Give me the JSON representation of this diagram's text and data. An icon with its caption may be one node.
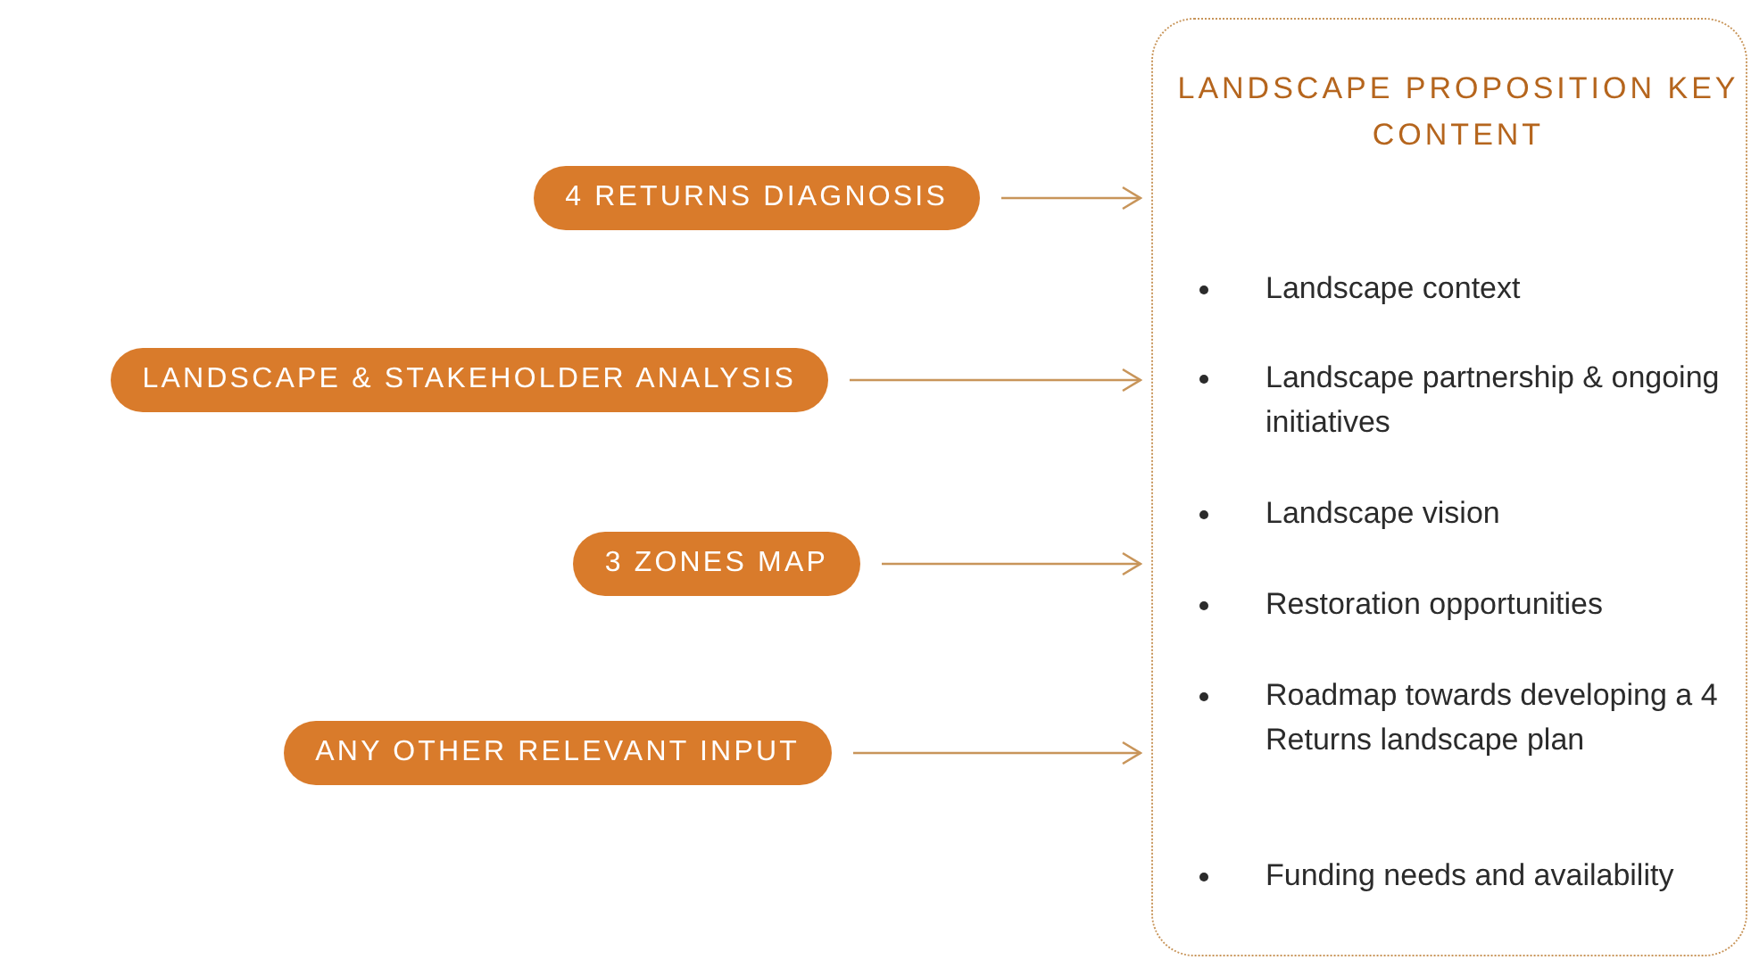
{
  "diagram": {
    "nodes": [
      {
        "text": [
          "4 RETURNS DIAGNOSIS"
        ]
      },
      {
        "text": [
          "LANDSCAPE & STAKEHOLDER ANALYSIS"
        ]
      },
      {
        "text": [
          "3 ZONES MAP"
        ]
      },
      {
        "text": [
          "ANY OTHER RELEVANT INPUT"
        ]
      },
      {
        "text": [
          "LANDSCAPE PROPOSITION KEY CONTENT",
          "Landscape context",
          "Landscape partnership & ongoing initiatives",
          "Landscape vision",
          "Restoration opportunities",
          "Roadmap towards developing a 4 Returns landscape plan",
          "Funding needs and availability"
        ]
      }
    ],
    "edges": [
      {
        "from": 0,
        "to": 4,
        "arrow": "to"
      },
      {
        "from": 1,
        "to": 4,
        "arrow": "to"
      },
      {
        "from": 2,
        "to": 4,
        "arrow": "to"
      },
      {
        "from": 3,
        "to": 4,
        "arrow": "to"
      }
    ]
  }
}
